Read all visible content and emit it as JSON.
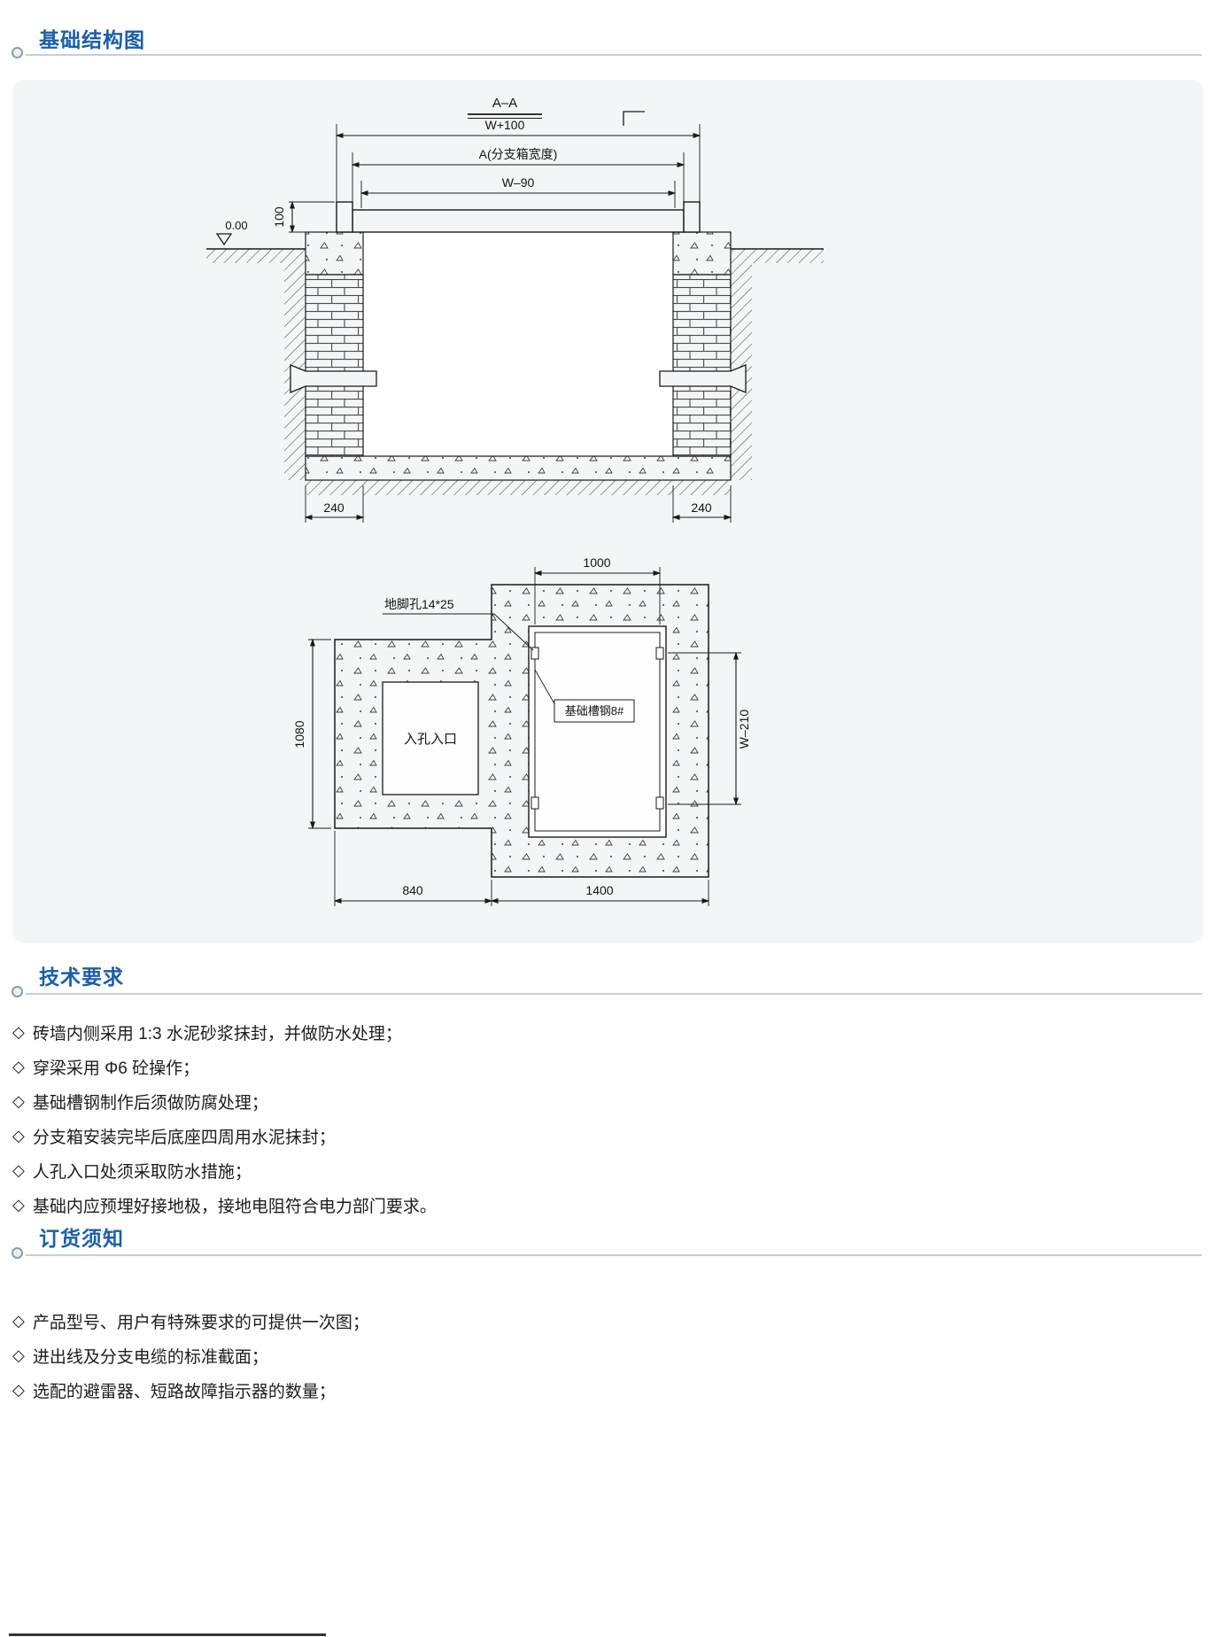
{
  "accent_blue": "#1a5fa8",
  "sections": {
    "structure": {
      "title": "基础结构图"
    },
    "tech": {
      "title": "技术要求",
      "bullet": "◇",
      "items": [
        "砖墙内侧采用 1:3 水泥砂浆抹封，并做防水处理；",
        "穿梁采用 Φ6 砼操作；",
        "基础槽钢制作后须做防腐处理；",
        "分支箱安装完毕后底座四周用水泥抹封；",
        "人孔入口处须采取防水措施；",
        "基础内应预埋好接地极，接地电阻符合电力部门要求。"
      ]
    },
    "order": {
      "title": "订货须知",
      "bullet": "◇",
      "items": [
        "产品型号、用户有特殊要求的可提供一次图；",
        "进出线及分支电缆的标准截面；",
        "选配的避雷器、短路故障指示器的数量；"
      ]
    }
  },
  "drawing": {
    "section_view": {
      "title": "A–A",
      "dim_overall": "W+100",
      "dim_box_width": "A(分支箱宽度)",
      "dim_w90": "W–90",
      "dim_height_100": "100",
      "ground_level": "0.00",
      "dim_wall_left": "240",
      "dim_wall_right": "240"
    },
    "plan_view": {
      "dim_1000": "1000",
      "anchor_hole_note": "地脚孔14*25",
      "channel_steel_note": "基础槽钢8#",
      "manhole_label": "入孔入口",
      "dim_1080": "1080",
      "dim_w210": "W–210",
      "dim_840": "840",
      "dim_1400": "1400"
    }
  }
}
